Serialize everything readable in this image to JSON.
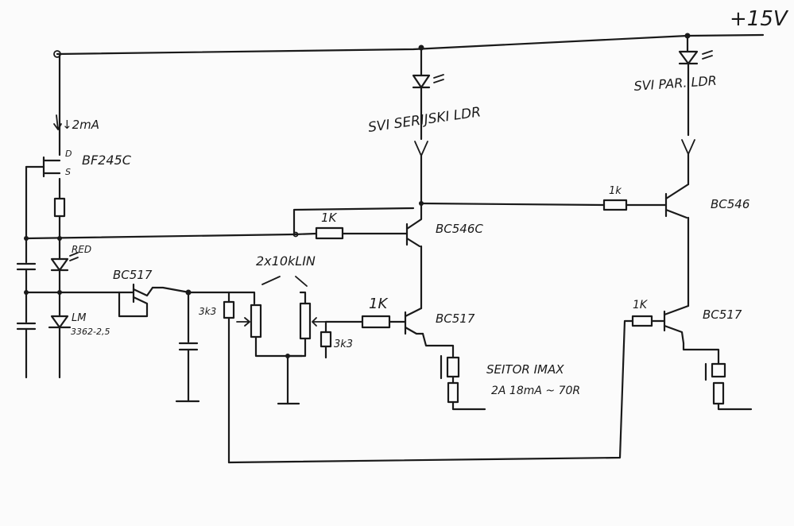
{
  "labels": {
    "supply": "+15V",
    "current": "↓2mA",
    "drain": "D",
    "source": "S",
    "jfet": "BF245C",
    "led_red": "RED",
    "q_bc517_left": "BC517",
    "zener_lm": "LM",
    "zener_part": "3362-2,5",
    "r_3k3_left": "3k3",
    "pot_dual": "2x10kLIN",
    "r_3k3_right": "3k3",
    "r_1k_top": "1K",
    "q_bc546c": "BC546C",
    "r_1k_mid": "1K",
    "q_bc517_mid": "BC517",
    "led_series": "SVI SERIJSKI LDR",
    "led_parallel": "SVI PAR. LDR",
    "r_1k_right_top": "1k",
    "q_bc546_right": "BC546",
    "r_1k_right_bottom": "1K",
    "q_bc517_right": "BC517",
    "relay_note_1": "SEITOR IMAX",
    "relay_note_2": "2A 18mA ~ 70R"
  }
}
